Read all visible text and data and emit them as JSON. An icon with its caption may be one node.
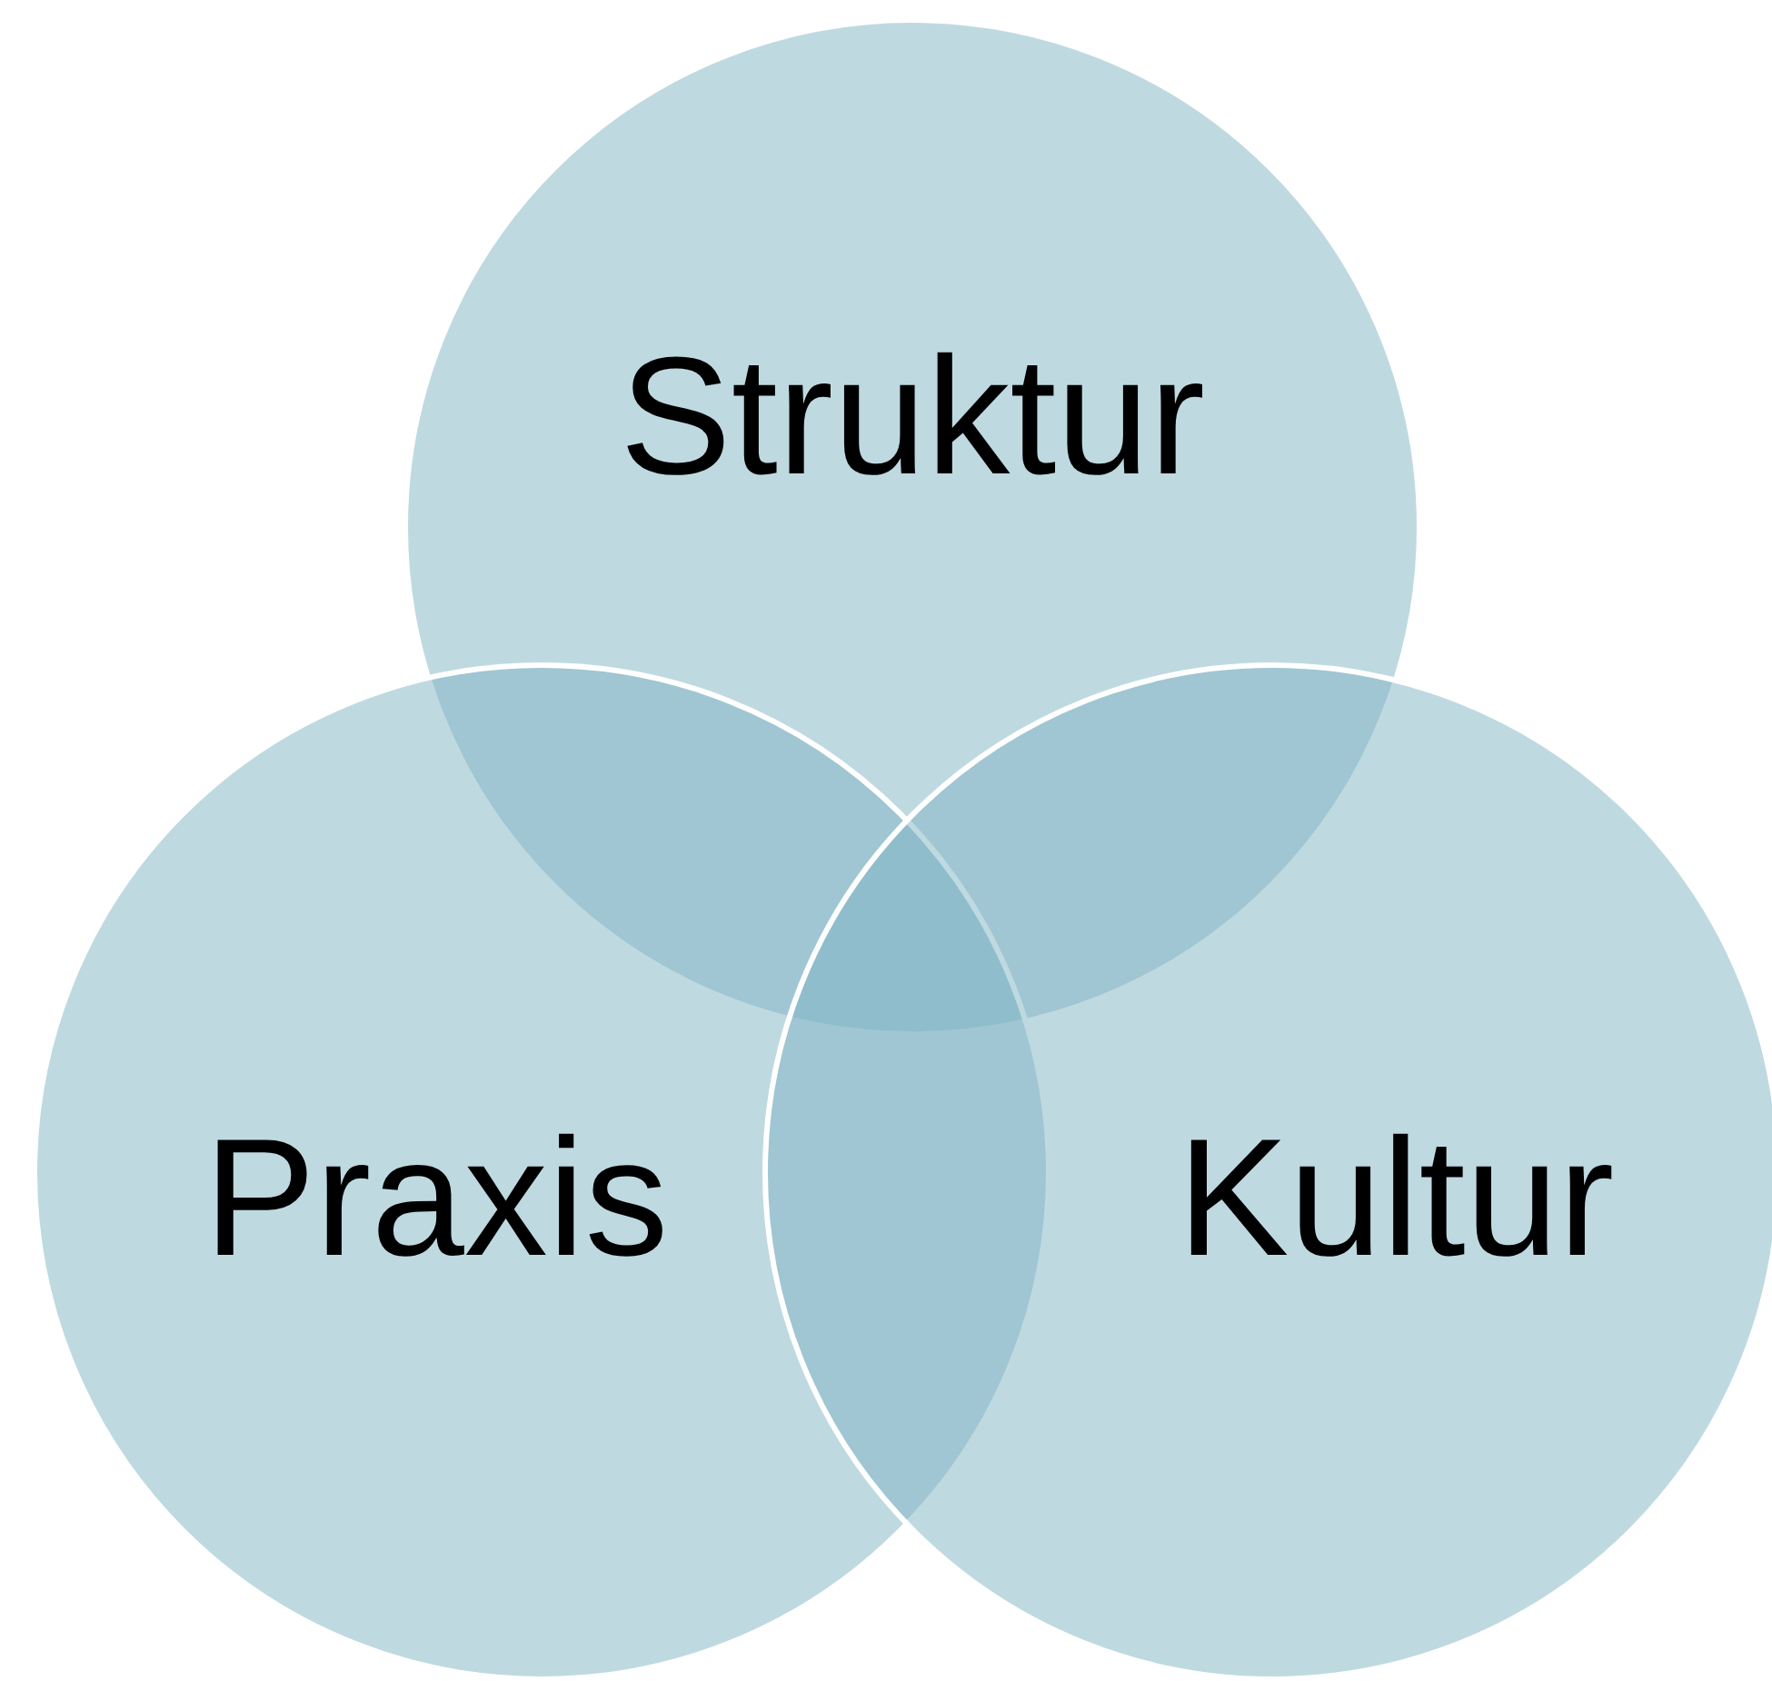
{
  "diagram": {
    "nodes": [
      {
        "text": [
          "Struktur"
        ]
      },
      {
        "text": [
          "Praxis"
        ]
      },
      {
        "text": [
          "Kultur"
        ]
      }
    ]
  }
}
